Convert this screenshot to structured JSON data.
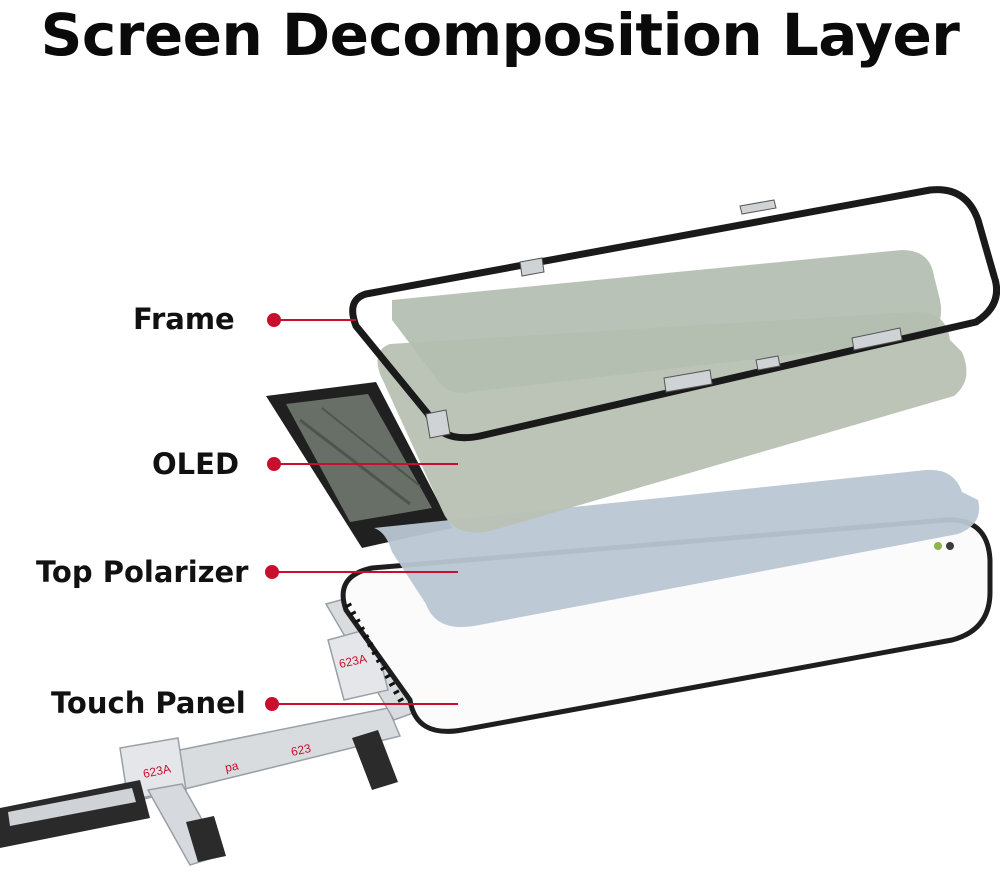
{
  "title": "Screen Decomposition Layer",
  "layers": [
    {
      "label": "Frame"
    },
    {
      "label": "OLED"
    },
    {
      "label": "Top Polarizer"
    },
    {
      "label": "Touch Panel"
    }
  ],
  "flex_markings": [
    "623A",
    "623A",
    "pa",
    "623"
  ],
  "colors": {
    "marker": "#c8102e",
    "frame": "#1a1a1a",
    "oled_film": "#b7c2b2",
    "polarizer_film": "#b9c6d3",
    "flex_cable": "#d9dcdf",
    "title": "#0a0a0a"
  }
}
